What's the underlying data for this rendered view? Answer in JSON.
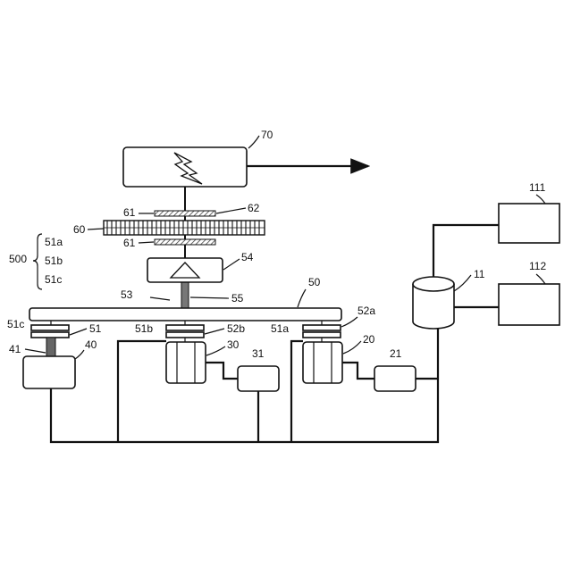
{
  "labels": {
    "l70": "70",
    "l62": "62",
    "l61_top": "61",
    "l60": "60",
    "l61_bottom": "61",
    "l51a_group": "51a",
    "l51b_group": "51b",
    "l51c_group": "51c",
    "l500": "500",
    "l54": "54",
    "l53": "53",
    "l55": "55",
    "l50": "50",
    "l51c": "51c",
    "l51": "51",
    "l51b": "51b",
    "l52b": "52b",
    "l51a": "51a",
    "l52a": "52a",
    "l41": "41",
    "l40": "40",
    "l30": "30",
    "l31": "31",
    "l20": "20",
    "l21": "21",
    "l11": "11",
    "l111": "111",
    "l112": "112"
  },
  "colors": {
    "stroke": "#111111",
    "hatch": "#555555",
    "shaft": "#666666"
  },
  "icons": {
    "generator": "lightning-bolt-icon",
    "amplifier": "triangle-icon",
    "storage": "cylinder-icon",
    "output": "arrow-right-icon"
  }
}
